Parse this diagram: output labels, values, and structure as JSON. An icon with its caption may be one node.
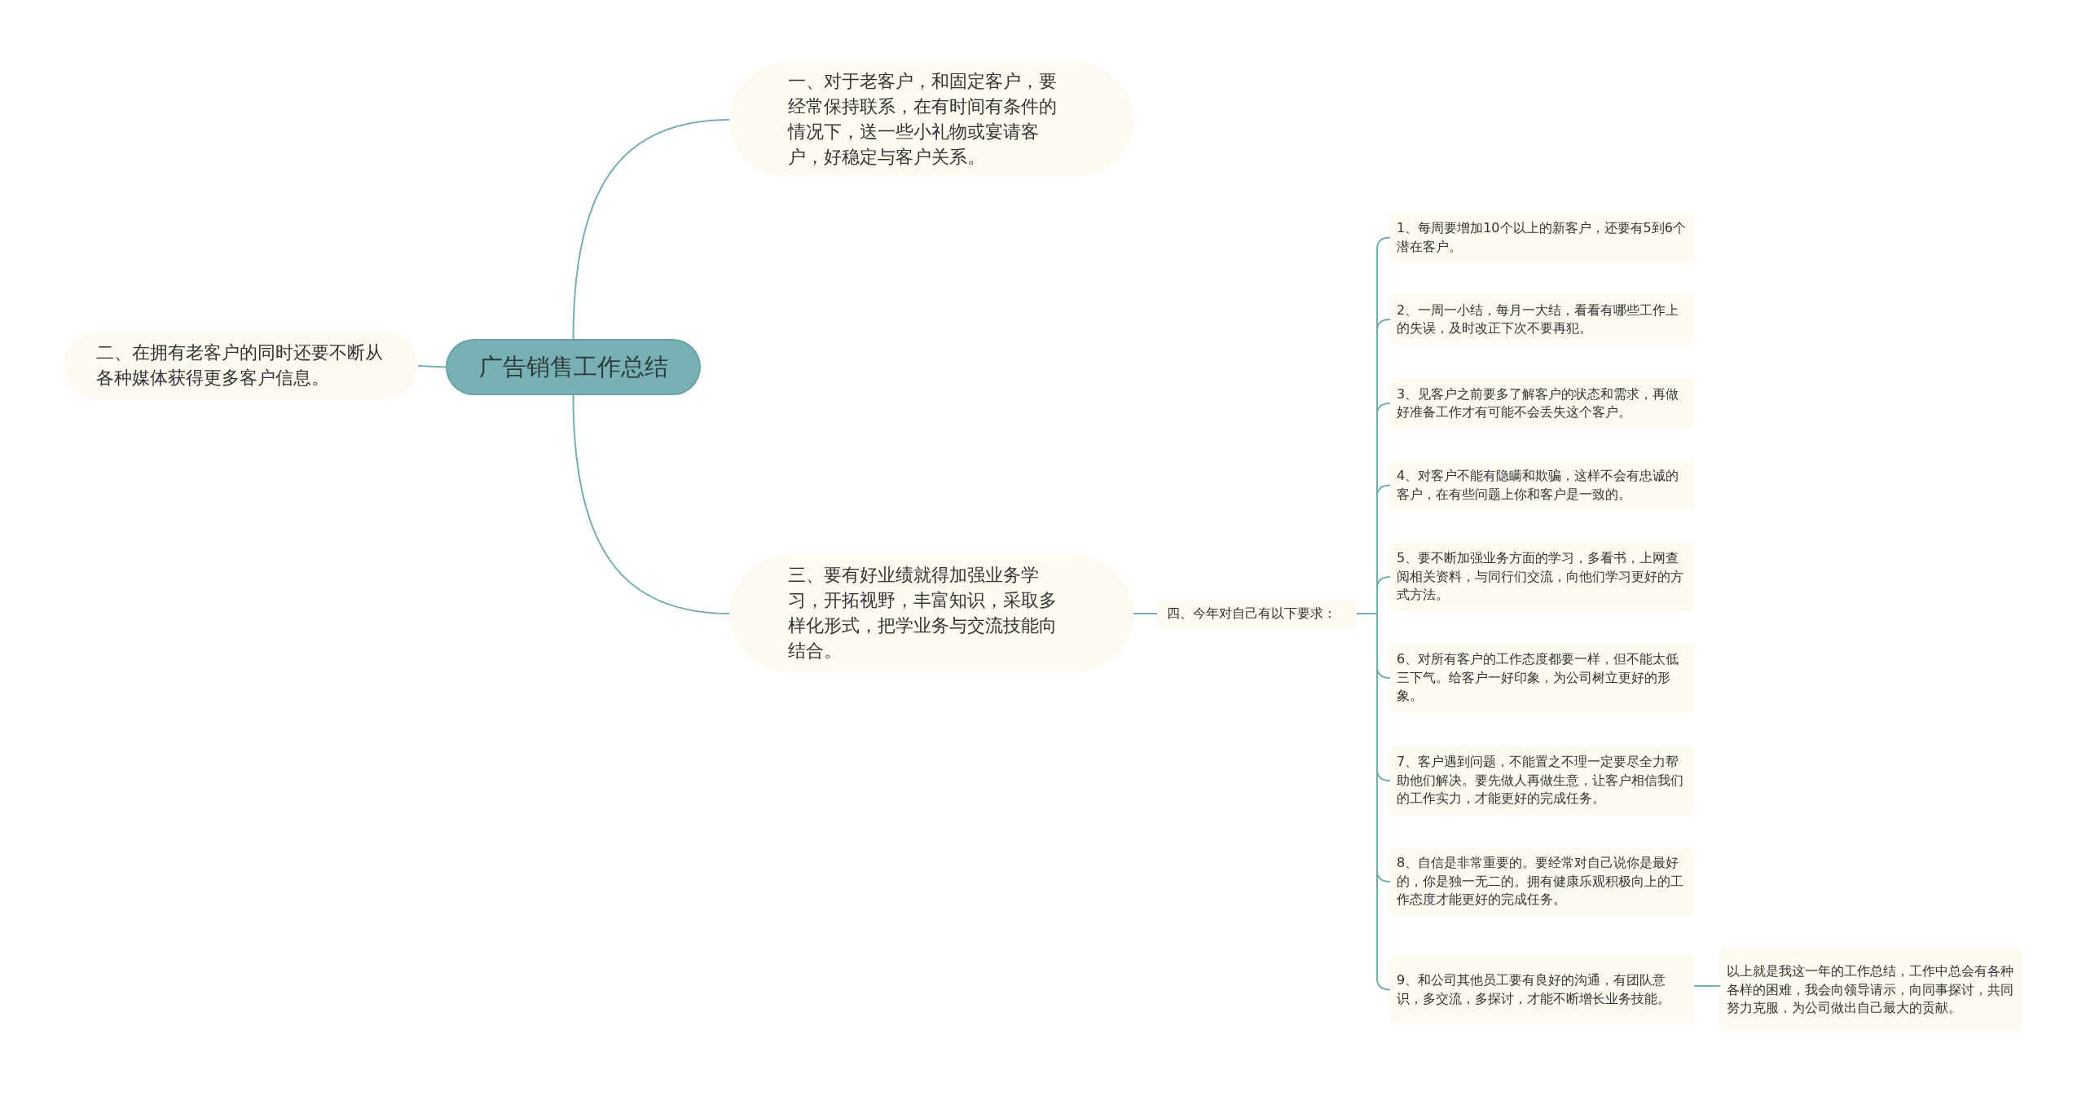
{
  "diagram": {
    "nodes": [
      {
        "text": [
          "广告销售工作总结"
        ]
      },
      {
        "text": [
          "一、对于老客户，和固定客户，要经常保持联系，在有时间有条件的情况下，送一些小礼物或宴请客户，好稳定与客户关系。"
        ]
      },
      {
        "text": [
          "二、在拥有老客户的同时还要不断从各种媒体获得更多客户信息。"
        ]
      },
      {
        "text": [
          "三、要有好业绩就得加强业务学习，开拓视野，丰富知识，采取多样化形式，把学业务与交流技能向结合。"
        ]
      },
      {
        "text": [
          "四、今年对自己有以下要求："
        ]
      },
      {
        "text": [
          "1、每周要增加10个以上的新客户，还要有5到6个潜在客户。"
        ]
      },
      {
        "text": [
          "2、一周一小结，每月一大结，看看有哪些工作上的失误，及时改正下次不要再犯。"
        ]
      },
      {
        "text": [
          "3、见客户之前要多了解客户的状态和需求，再做好准备工作才有可能不会丢失这个客户。"
        ]
      },
      {
        "text": [
          "4、对客户不能有隐瞒和欺骗，这样不会有忠诚的客户，在有些问题上你和客户是一致的。"
        ]
      },
      {
        "text": [
          "5、要不断加强业务方面的学习，多看书，上网查阅相关资料，与同行们交流，向他们学习更好的方式方法。"
        ]
      },
      {
        "text": [
          "6、对所有客户的工作态度都要一样，但不能太低三下气。给客户一好印象，为公司树立更好的形象。"
        ]
      },
      {
        "text": [
          "7、客户遇到问题，不能置之不理一定要尽全力帮助他们解决。要先做人再做生意，让客户相信我们的工作实力，才能更好的完成任务。"
        ]
      },
      {
        "text": [
          "8、自信是非常重要的。要经常对自己说你是最好的，你是独一无二的。拥有健康乐观积极向上的工作态度才能更好的完成任务。"
        ]
      },
      {
        "text": [
          "9、和公司其他员工要有良好的沟通，有团队意识，多交流，多探讨，才能不断增长业务技能。"
        ]
      },
      {
        "text": [
          "以上就是我这一年的工作总结，工作中总会有各种各样的困难，我会向领导请示，向同事探讨，共同努力克服，为公司做出自己最大的贡献。"
        ]
      }
    ],
    "edges": [
      {
        "from": 0,
        "to": 1,
        "arrow": "none"
      },
      {
        "from": 0,
        "to": 2,
        "arrow": "none"
      },
      {
        "from": 0,
        "to": 3,
        "arrow": "none"
      },
      {
        "from": 3,
        "to": 4,
        "arrow": "none"
      },
      {
        "from": 4,
        "to": 5,
        "arrow": "none"
      },
      {
        "from": 4,
        "to": 6,
        "arrow": "none"
      },
      {
        "from": 4,
        "to": 7,
        "arrow": "none"
      },
      {
        "from": 4,
        "to": 8,
        "arrow": "none"
      },
      {
        "from": 4,
        "to": 9,
        "arrow": "none"
      },
      {
        "from": 4,
        "to": 10,
        "arrow": "none"
      },
      {
        "from": 4,
        "to": 11,
        "arrow": "none"
      },
      {
        "from": 4,
        "to": 12,
        "arrow": "none"
      },
      {
        "from": 4,
        "to": 13,
        "arrow": "none"
      },
      {
        "from": 13,
        "to": 14,
        "arrow": "none"
      }
    ]
  }
}
